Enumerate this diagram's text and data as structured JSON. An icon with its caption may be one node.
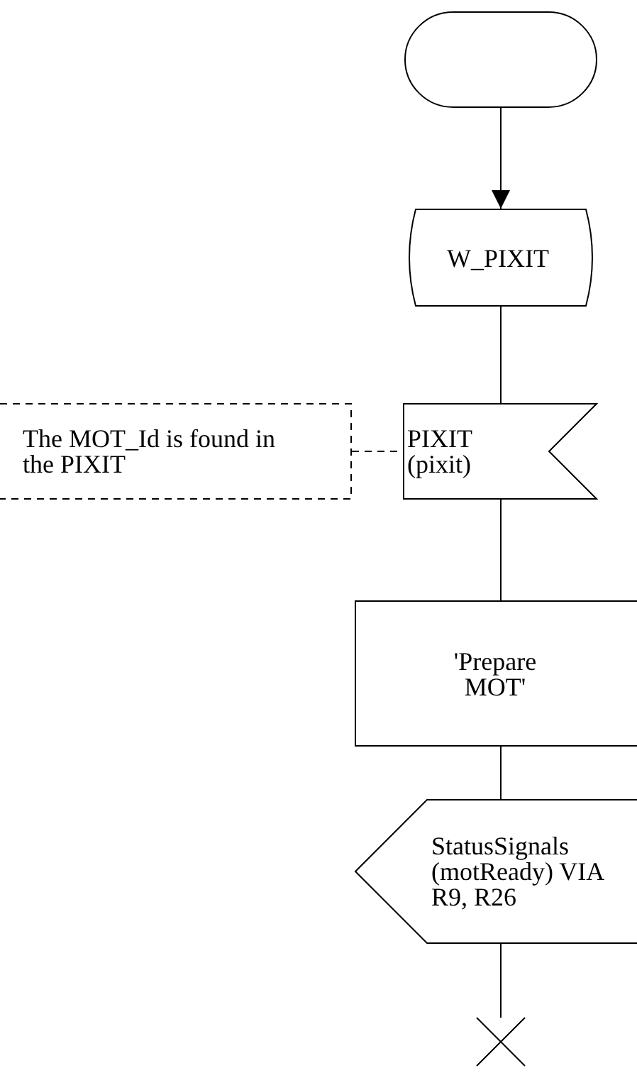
{
  "diagram": {
    "nodes": [
      {
        "text": [],
        "shape": "oval"
      },
      {
        "text": [
          "W_PIXIT"
        ]
      },
      {
        "text": [
          "The MOT_Id is found in the PIXIT"
        ]
      },
      {
        "text": [
          "PIXIT (pixit)"
        ]
      },
      {
        "text": [
          "'Prepare MOT'"
        ]
      },
      {
        "text": [
          "StatusSignals (motReady) VIA R9, R26"
        ]
      },
      {
        "text": [],
        "shape": "cross"
      }
    ],
    "edges": [
      {
        "from": 0,
        "to": 1,
        "arrow": "to"
      },
      {
        "from": 1,
        "to": 3,
        "arrow": "none"
      },
      {
        "from": 2,
        "to": 3,
        "arrow": "none",
        "style": "dashed"
      },
      {
        "from": 3,
        "to": 4,
        "arrow": "none"
      },
      {
        "from": 4,
        "to": 5,
        "arrow": "none"
      },
      {
        "from": 5,
        "to": 6,
        "arrow": "none"
      }
    ]
  }
}
